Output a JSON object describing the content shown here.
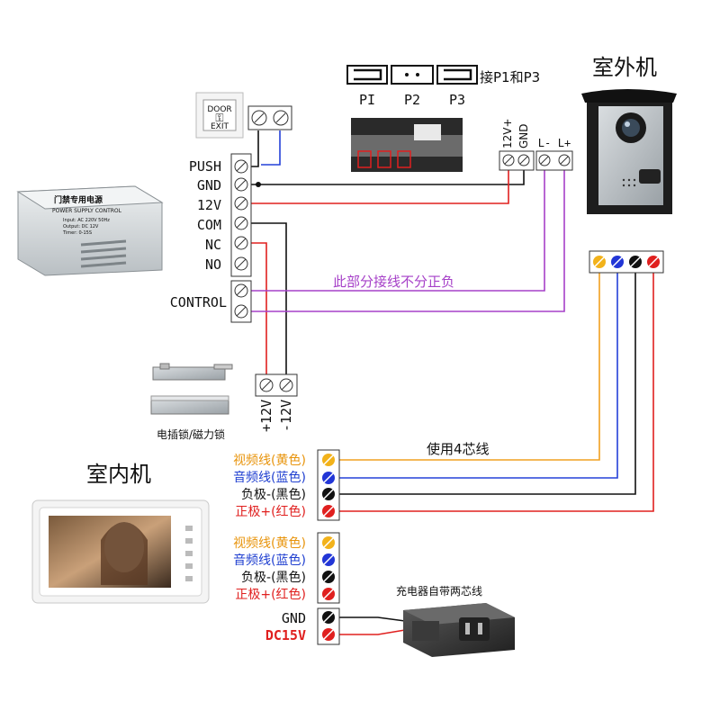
{
  "outdoor_unit": {
    "title": "室外机",
    "terminals": [
      "12V+",
      "GND",
      "L-",
      "L+"
    ]
  },
  "indoor_unit": {
    "title": "室内机"
  },
  "jumper": {
    "labels": [
      "PI",
      "P2",
      "P3"
    ],
    "note": "接P1和P3"
  },
  "power_supply": {
    "plate_title": "门禁专用电源",
    "plate_subtitle": "POWER SUPPLY CONTROL",
    "plate_lines": [
      "Input: AC 220V 50Hz",
      "Output: DC 12V",
      "Timer: 0-15S"
    ],
    "terminals": [
      "PUSH",
      "GND",
      "12V",
      "COM",
      "NC",
      "NO"
    ],
    "control_label": "CONTROL"
  },
  "exit_button": {
    "line1": "DOOR",
    "line2": "EXIT"
  },
  "lock": {
    "caption": "电插锁/磁力锁",
    "terminals": [
      "+12V",
      "-12V"
    ]
  },
  "notes": {
    "polarity_free": "此部分接线不分正负",
    "four_core": "使用4芯线",
    "charger": "充电器自带两芯线"
  },
  "indoor_terminals_top": [
    {
      "text": "视频线(黄色)",
      "color": "#e8940c",
      "dot": "#f2b21a"
    },
    {
      "text": "音频线(蓝色)",
      "color": "#1f3fd0",
      "dot": "#2236d6"
    },
    {
      "text": "负极-(黑色)",
      "color": "#111111",
      "dot": "#111111"
    },
    {
      "text": "正极+(红色)",
      "color": "#e0201f",
      "dot": "#e0201f"
    }
  ],
  "indoor_terminals_bottom": [
    {
      "text": "视频线(黄色)",
      "color": "#e8940c",
      "dot": "#f2b21a"
    },
    {
      "text": "音频线(蓝色)",
      "color": "#1f3fd0",
      "dot": "#2236d6"
    },
    {
      "text": "负极-(黑色)",
      "color": "#111111",
      "dot": "#111111"
    },
    {
      "text": "正极+(红色)",
      "color": "#e0201f",
      "dot": "#e0201f"
    }
  ],
  "power_input": [
    {
      "text": "GND",
      "color": "#111111"
    },
    {
      "text": "DC15V",
      "color": "#e0201f"
    }
  ],
  "wire_colors": {
    "red": "#e0201f",
    "black": "#111111",
    "blue": "#2440d8",
    "yellow": "#f0a020",
    "purple": "#a640c8"
  }
}
